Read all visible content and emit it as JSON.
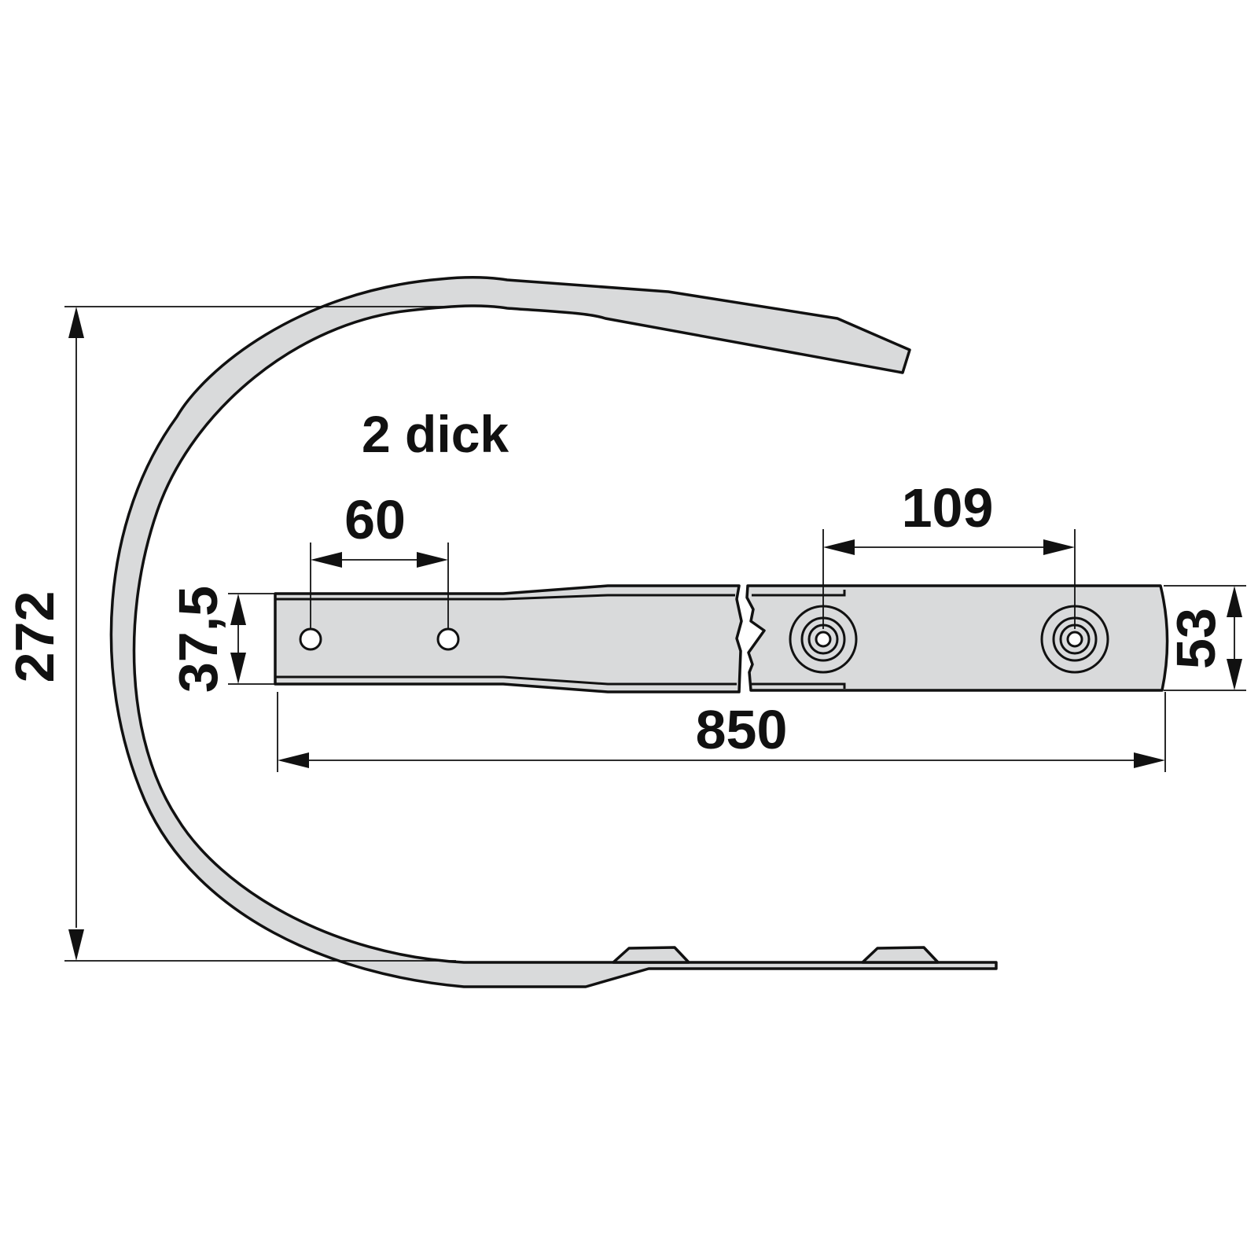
{
  "drawing": {
    "note": "2 dick",
    "dimensions": {
      "height_total": "272",
      "width_shank": "37,5",
      "hole_spacing_small": "60",
      "hole_spacing_large": "109",
      "length_total": "850",
      "width_blade": "53"
    },
    "colors": {
      "part_fill": "#d9dadb",
      "line": "#111111",
      "background": "#ffffff"
    }
  }
}
